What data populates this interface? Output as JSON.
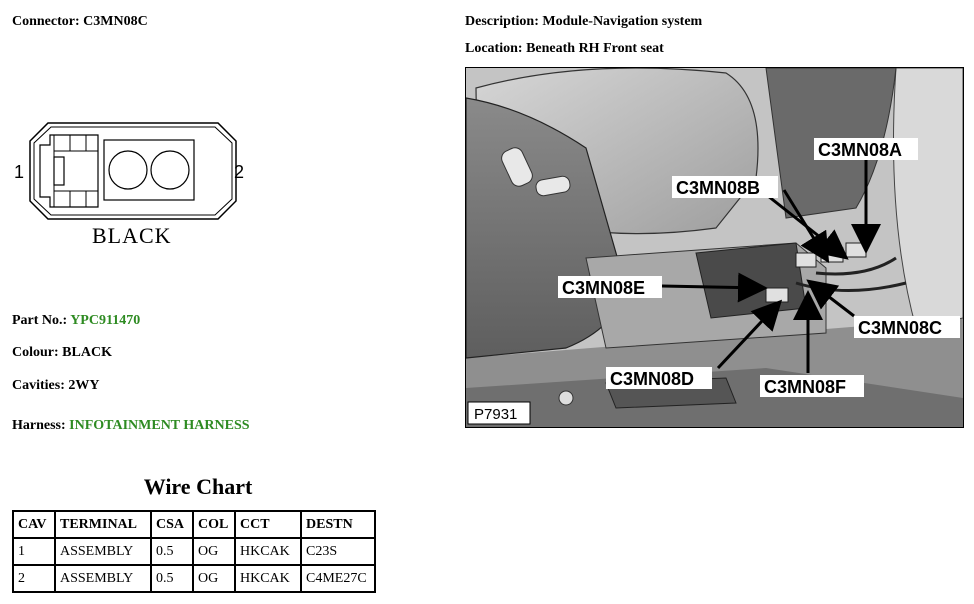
{
  "connector": {
    "label": "Connector:",
    "value": "C3MN08C"
  },
  "description": {
    "label": "Description:",
    "value": "Module-Navigation system"
  },
  "location": {
    "label": "Location:",
    "value": "Beneath RH Front seat"
  },
  "connector_drawing": {
    "pin_left": "1",
    "pin_right": "2",
    "color_label": "BLACK"
  },
  "part_no": {
    "label": "Part No.:",
    "value": "YPC911470"
  },
  "colour": {
    "label": "Colour:",
    "value": "BLACK"
  },
  "cavities": {
    "label": "Cavities:",
    "value": "2WY"
  },
  "harness": {
    "label": "Harness:",
    "value": "INFOTAINMENT HARNESS"
  },
  "wire_chart": {
    "title": "Wire Chart",
    "headers": [
      "CAV",
      "TERMINAL",
      "CSA",
      "COL",
      "CCT",
      "DESTN"
    ],
    "rows": [
      [
        "1",
        "ASSEMBLY",
        "0.5",
        "OG",
        "HKCAK",
        "C23S"
      ],
      [
        "2",
        "ASSEMBLY",
        "0.5",
        "OG",
        "HKCAK",
        "C4ME27C"
      ]
    ]
  },
  "photo": {
    "id": "P7931",
    "callouts": [
      "C3MN08A",
      "C3MN08B",
      "C3MN08E",
      "C3MN08C",
      "C3MN08D",
      "C3MN08F"
    ]
  }
}
